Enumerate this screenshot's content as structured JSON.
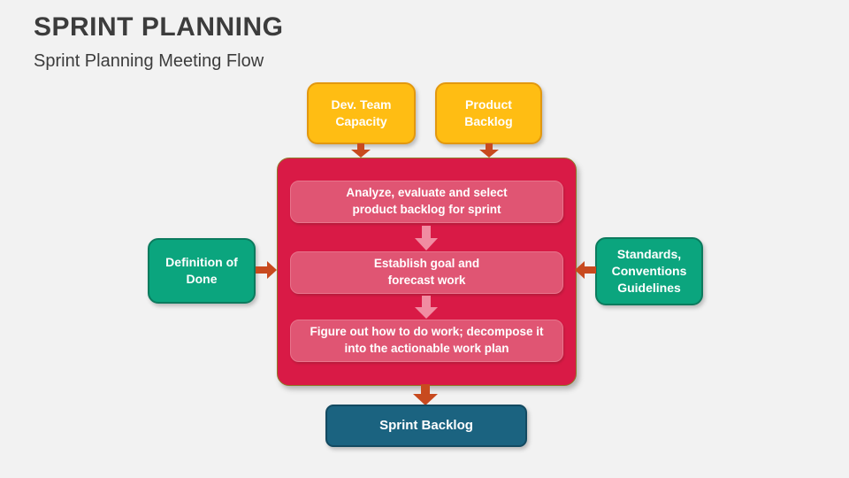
{
  "slide": {
    "title": "SPRINT PLANNING",
    "subtitle": "Sprint Planning Meeting Flow"
  },
  "flow": {
    "top_inputs": [
      {
        "label": "Dev. Team\nCapacity"
      },
      {
        "label": "Product\nBacklog"
      }
    ],
    "process_steps": [
      {
        "label": "Analyze, evaluate and select\nproduct backlog for sprint"
      },
      {
        "label": "Establish goal and\nforecast work"
      },
      {
        "label": "Figure out how to do work; decompose it\ninto the actionable work plan"
      }
    ],
    "left_input": {
      "label": "Definition of\nDone"
    },
    "right_input": {
      "label": "Standards,\nConventions\nGuidelines"
    },
    "output": {
      "label": "Sprint Backlog"
    }
  },
  "icons": {
    "flow_arrow": "arrow-icon"
  },
  "colors": {
    "background": "#f2f2f2",
    "title_text": "#3c3c3c",
    "input_yellow": "#ffbd13",
    "input_yellow_border": "#e2980f",
    "process_red": "#d91a46",
    "process_red_border": "#8f7a26",
    "step_pink": "#e05573",
    "step_arrow_pink": "#f18ca2",
    "side_green": "#0ba57e",
    "side_green_border": "#0c7b5e",
    "output_teal": "#1b6380",
    "flow_arrow_red": "#c84a1f",
    "text_white": "#ffffff"
  }
}
